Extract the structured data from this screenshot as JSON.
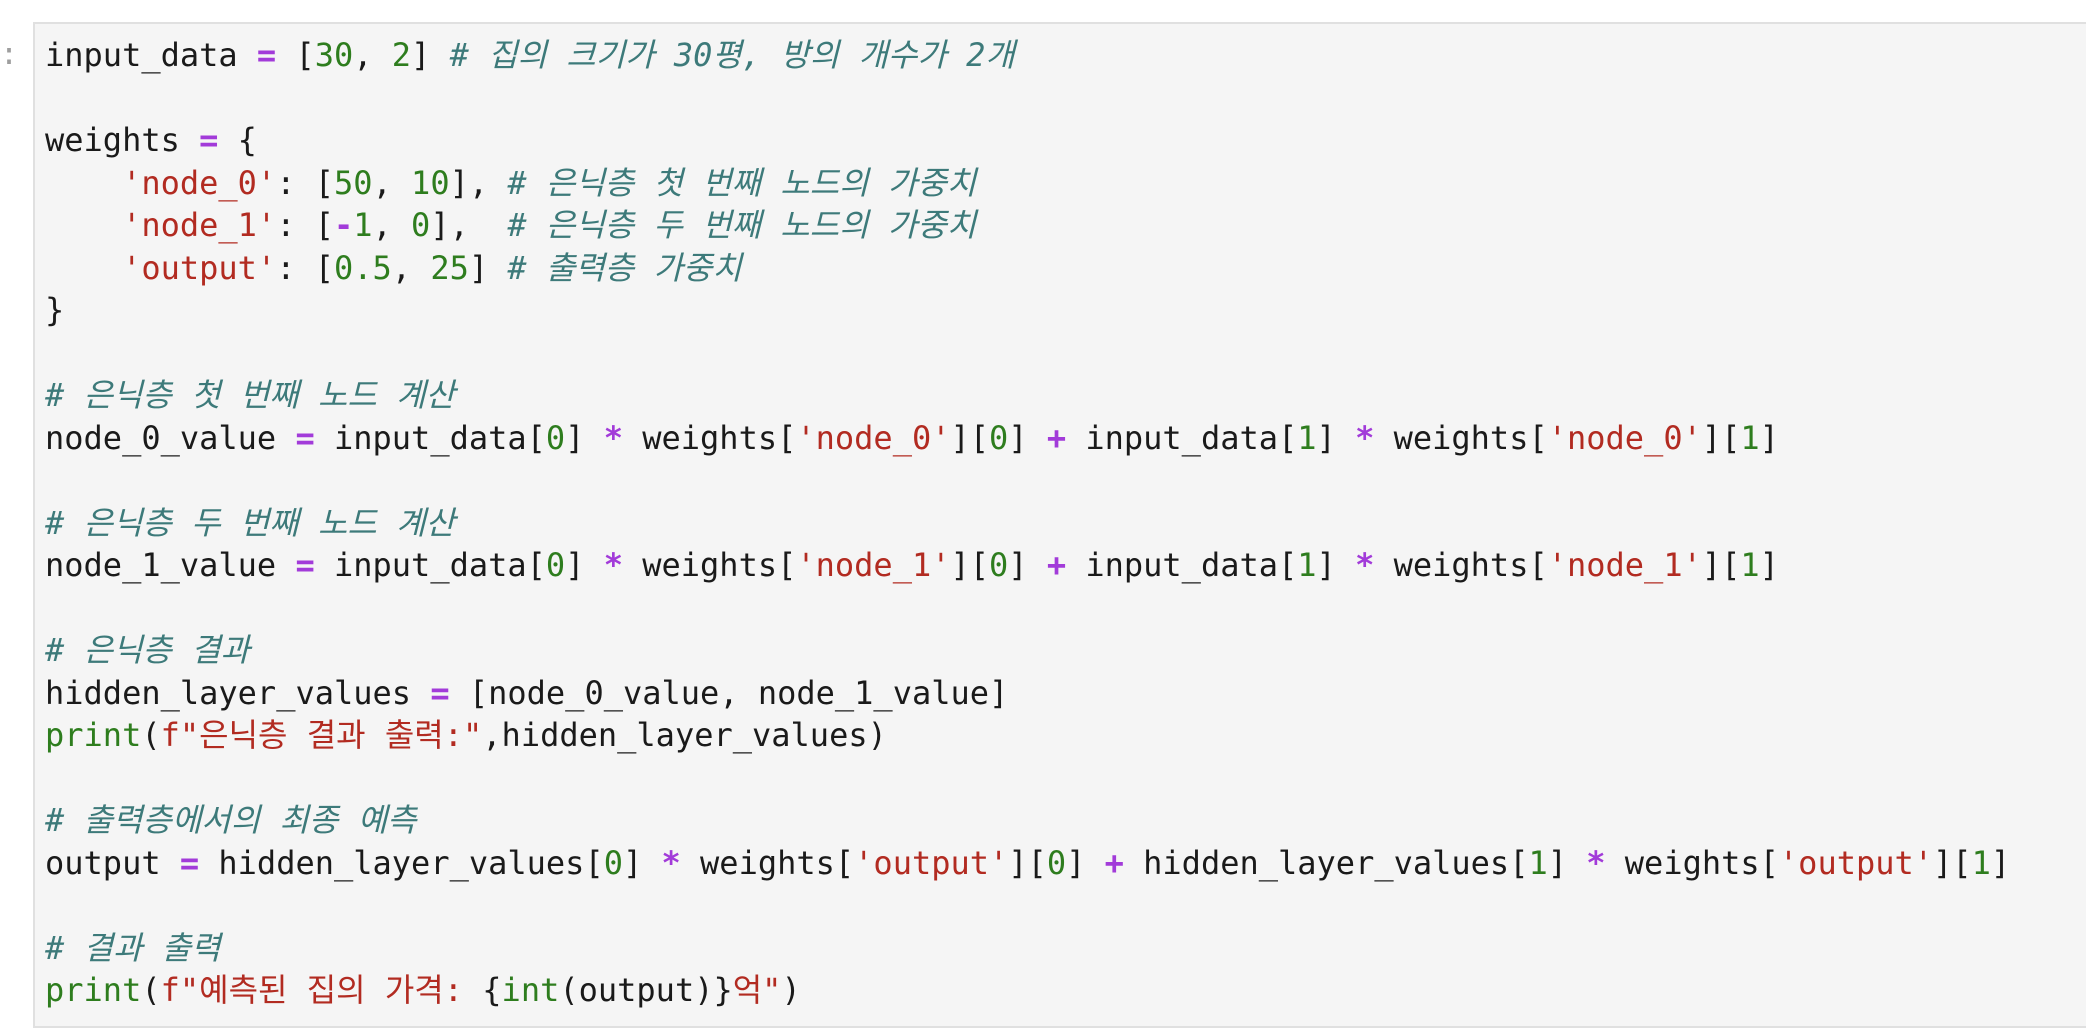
{
  "prompt_marker": ":",
  "code_lines": [
    [
      {
        "t": "plain",
        "v": "input_data "
      },
      {
        "t": "op",
        "v": "="
      },
      {
        "t": "plain",
        "v": " ["
      },
      {
        "t": "num",
        "v": "30"
      },
      {
        "t": "plain",
        "v": ", "
      },
      {
        "t": "num",
        "v": "2"
      },
      {
        "t": "plain",
        "v": "] "
      },
      {
        "t": "cmt",
        "v": "# 집의 크기가 30평, 방의 개수가 2개"
      }
    ],
    [],
    [
      {
        "t": "plain",
        "v": "weights "
      },
      {
        "t": "op",
        "v": "="
      },
      {
        "t": "plain",
        "v": " {"
      }
    ],
    [
      {
        "t": "plain",
        "v": "    "
      },
      {
        "t": "str",
        "v": "'node_0'"
      },
      {
        "t": "plain",
        "v": ": ["
      },
      {
        "t": "num",
        "v": "50"
      },
      {
        "t": "plain",
        "v": ", "
      },
      {
        "t": "num",
        "v": "10"
      },
      {
        "t": "plain",
        "v": "], "
      },
      {
        "t": "cmt",
        "v": "# 은닉층 첫 번째 노드의 가중치"
      }
    ],
    [
      {
        "t": "plain",
        "v": "    "
      },
      {
        "t": "str",
        "v": "'node_1'"
      },
      {
        "t": "plain",
        "v": ": ["
      },
      {
        "t": "op",
        "v": "-"
      },
      {
        "t": "num",
        "v": "1"
      },
      {
        "t": "plain",
        "v": ", "
      },
      {
        "t": "num",
        "v": "0"
      },
      {
        "t": "plain",
        "v": "],  "
      },
      {
        "t": "cmt",
        "v": "# 은닉층 두 번째 노드의 가중치"
      }
    ],
    [
      {
        "t": "plain",
        "v": "    "
      },
      {
        "t": "str",
        "v": "'output'"
      },
      {
        "t": "plain",
        "v": ": ["
      },
      {
        "t": "num",
        "v": "0.5"
      },
      {
        "t": "plain",
        "v": ", "
      },
      {
        "t": "num",
        "v": "25"
      },
      {
        "t": "plain",
        "v": "] "
      },
      {
        "t": "cmt",
        "v": "# 출력층 가중치"
      }
    ],
    [
      {
        "t": "plain",
        "v": "}"
      }
    ],
    [],
    [
      {
        "t": "cmt",
        "v": "# 은닉층 첫 번째 노드 계산"
      }
    ],
    [
      {
        "t": "plain",
        "v": "node_0_value "
      },
      {
        "t": "op",
        "v": "="
      },
      {
        "t": "plain",
        "v": " input_data["
      },
      {
        "t": "num",
        "v": "0"
      },
      {
        "t": "plain",
        "v": "] "
      },
      {
        "t": "op",
        "v": "*"
      },
      {
        "t": "plain",
        "v": " weights["
      },
      {
        "t": "str",
        "v": "'node_0'"
      },
      {
        "t": "plain",
        "v": "]["
      },
      {
        "t": "num",
        "v": "0"
      },
      {
        "t": "plain",
        "v": "] "
      },
      {
        "t": "op",
        "v": "+"
      },
      {
        "t": "plain",
        "v": " input_data["
      },
      {
        "t": "num",
        "v": "1"
      },
      {
        "t": "plain",
        "v": "] "
      },
      {
        "t": "op",
        "v": "*"
      },
      {
        "t": "plain",
        "v": " weights["
      },
      {
        "t": "str",
        "v": "'node_0'"
      },
      {
        "t": "plain",
        "v": "]["
      },
      {
        "t": "num",
        "v": "1"
      },
      {
        "t": "plain",
        "v": "]"
      }
    ],
    [],
    [
      {
        "t": "cmt",
        "v": "# 은닉층 두 번째 노드 계산"
      }
    ],
    [
      {
        "t": "plain",
        "v": "node_1_value "
      },
      {
        "t": "op",
        "v": "="
      },
      {
        "t": "plain",
        "v": " input_data["
      },
      {
        "t": "num",
        "v": "0"
      },
      {
        "t": "plain",
        "v": "] "
      },
      {
        "t": "op",
        "v": "*"
      },
      {
        "t": "plain",
        "v": " weights["
      },
      {
        "t": "str",
        "v": "'node_1'"
      },
      {
        "t": "plain",
        "v": "]["
      },
      {
        "t": "num",
        "v": "0"
      },
      {
        "t": "plain",
        "v": "] "
      },
      {
        "t": "op",
        "v": "+"
      },
      {
        "t": "plain",
        "v": " input_data["
      },
      {
        "t": "num",
        "v": "1"
      },
      {
        "t": "plain",
        "v": "] "
      },
      {
        "t": "op",
        "v": "*"
      },
      {
        "t": "plain",
        "v": " weights["
      },
      {
        "t": "str",
        "v": "'node_1'"
      },
      {
        "t": "plain",
        "v": "]["
      },
      {
        "t": "num",
        "v": "1"
      },
      {
        "t": "plain",
        "v": "]"
      }
    ],
    [],
    [
      {
        "t": "cmt",
        "v": "# 은닉층 결과"
      }
    ],
    [
      {
        "t": "plain",
        "v": "hidden_layer_values "
      },
      {
        "t": "op",
        "v": "="
      },
      {
        "t": "plain",
        "v": " [node_0_value, node_1_value]"
      }
    ],
    [
      {
        "t": "bi",
        "v": "print"
      },
      {
        "t": "plain",
        "v": "("
      },
      {
        "t": "str",
        "v": "f\"은닉층 결과 출력:\""
      },
      {
        "t": "plain",
        "v": ",hidden_layer_values)"
      }
    ],
    [],
    [
      {
        "t": "cmt",
        "v": "# 출력층에서의 최종 예측"
      }
    ],
    [
      {
        "t": "plain",
        "v": "output "
      },
      {
        "t": "op",
        "v": "="
      },
      {
        "t": "plain",
        "v": " hidden_layer_values["
      },
      {
        "t": "num",
        "v": "0"
      },
      {
        "t": "plain",
        "v": "] "
      },
      {
        "t": "op",
        "v": "*"
      },
      {
        "t": "plain",
        "v": " weights["
      },
      {
        "t": "str",
        "v": "'output'"
      },
      {
        "t": "plain",
        "v": "]["
      },
      {
        "t": "num",
        "v": "0"
      },
      {
        "t": "plain",
        "v": "] "
      },
      {
        "t": "op",
        "v": "+"
      },
      {
        "t": "plain",
        "v": " hidden_layer_values["
      },
      {
        "t": "num",
        "v": "1"
      },
      {
        "t": "plain",
        "v": "] "
      },
      {
        "t": "op",
        "v": "*"
      },
      {
        "t": "plain",
        "v": " weights["
      },
      {
        "t": "str",
        "v": "'output'"
      },
      {
        "t": "plain",
        "v": "]["
      },
      {
        "t": "num",
        "v": "1"
      },
      {
        "t": "plain",
        "v": "]"
      }
    ],
    [],
    [
      {
        "t": "cmt",
        "v": "# 결과 출력"
      }
    ],
    [
      {
        "t": "bi",
        "v": "print"
      },
      {
        "t": "plain",
        "v": "("
      },
      {
        "t": "str",
        "v": "f\"예측된 집의 가격: "
      },
      {
        "t": "plain",
        "v": "{"
      },
      {
        "t": "bi",
        "v": "int"
      },
      {
        "t": "plain",
        "v": "(output)}"
      },
      {
        "t": "str",
        "v": "억\""
      },
      {
        "t": "plain",
        "v": ")"
      }
    ]
  ],
  "colors": {
    "operator": "#a23bd9",
    "number": "#2e7d1e",
    "string": "#b22b21",
    "comment": "#3d7a7a",
    "builtin": "#2e7d1e",
    "text": "#1a1a1a",
    "cell_background": "#f5f5f5",
    "cell_border": "#e0e0e0"
  }
}
